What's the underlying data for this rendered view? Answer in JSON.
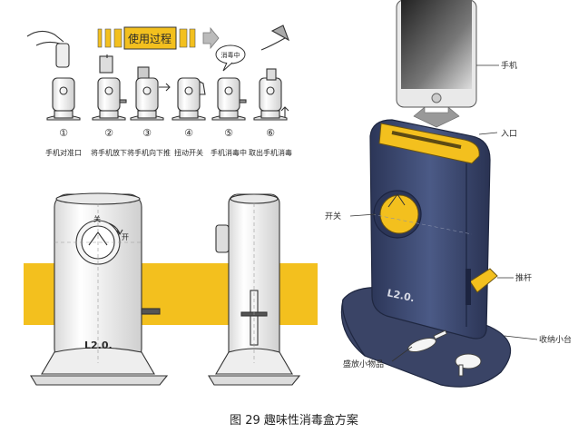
{
  "banner": {
    "title": "使用过程",
    "bg": "#f3c01e"
  },
  "steps": [
    {
      "num": "①",
      "label": "手机对准口"
    },
    {
      "num": "②",
      "label": "将手机放下"
    },
    {
      "num": "③",
      "label": "将手机向下推"
    },
    {
      "num": "④",
      "label": "扭动开关"
    },
    {
      "num": "⑤",
      "label": "手机消毒中",
      "bubble": "消毒中"
    },
    {
      "num": "⑥",
      "label": "取出手机消毒"
    }
  ],
  "brand": "L2.0.",
  "callouts": {
    "phone": "手机",
    "entry": "入口",
    "switch": "开关",
    "lever": "推杆",
    "storage": "收纳小台",
    "small_items": "盛放小物品"
  },
  "knob_marks": {
    "start": "关",
    "end": "开"
  },
  "caption": "图 29 趣味性消毒盒方案",
  "colors": {
    "yellow": "#f3c01e",
    "navy": "#3e4a6e",
    "navy_dark": "#283352",
    "screen": "#555"
  }
}
